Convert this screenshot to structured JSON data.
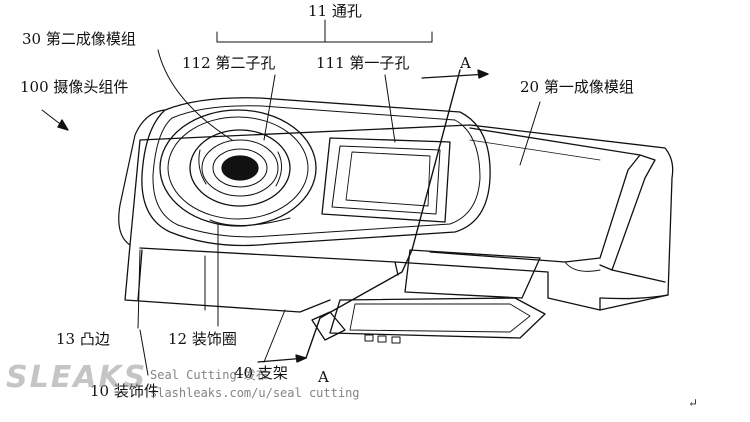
{
  "labels": {
    "through_hole": "11 通孔",
    "second_module": "30 第二成像模组",
    "second_subhole": "112 第二子孔",
    "first_subhole": "111 第一子孔",
    "section_top": "A",
    "camera_assembly": "100 摄像头组件",
    "first_module": "20 第一成像模组",
    "bulge": "13 凸边",
    "trim_ring": "12 装饰圈",
    "bracket": "40 支架",
    "section_bottom": "A",
    "decoration": "10 装饰件"
  },
  "watermark": {
    "logo": "SLEAKS",
    "text_line1": "Seal Cutting 发布",
    "text_line2": "slashleaks.com/u/seal cutting"
  },
  "return_mark": "↵"
}
